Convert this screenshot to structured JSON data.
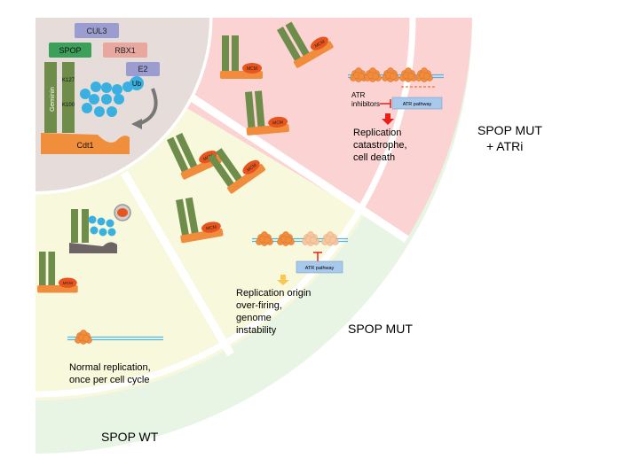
{
  "complex": {
    "cul3": "CUL3",
    "spop": "SPOP",
    "rbx1": "RBX1",
    "e2": "E2",
    "ub": "Ub",
    "geminin": "Geminin",
    "k127": "K127",
    "k100": "K100",
    "cdt1": "Cdt1"
  },
  "mcm_label": "MCM",
  "zones": {
    "atri": {
      "title_line1": "SPOP MUT",
      "title_line2": "+ ATRi",
      "inhibitor_line1": "ATR",
      "inhibitor_line2": "inhibitors",
      "pathway": "ATR pathway",
      "outcome_lines": [
        "Replication",
        "catastrophe,",
        "cell death"
      ]
    },
    "mut": {
      "title": "SPOP MUT",
      "pathway": "ATR pathway",
      "outcome_lines": [
        "Replication origin",
        "over-firing,",
        "genome",
        "instability"
      ]
    },
    "wt": {
      "title": "SPOP WT",
      "outcome_lines": [
        "Normal replication,",
        "once per cell cycle"
      ]
    }
  },
  "colors": {
    "atri_zone": "#fbd3d3",
    "mut_zone": "#f8f8dc",
    "wt_zone": "#e8f5e4",
    "center_zone": "#e6ddda",
    "rod_green": "#6e8d4b",
    "orange": "#f08c3c",
    "mcm_red": "#e8541e",
    "ubiquitin_blue": "#39b0e0",
    "dna_blue": "#4fb6e8",
    "arrow_red": "#e8201a",
    "arrow_yellow": "#f8c850",
    "pathway_blue": "#a8c8ec"
  }
}
